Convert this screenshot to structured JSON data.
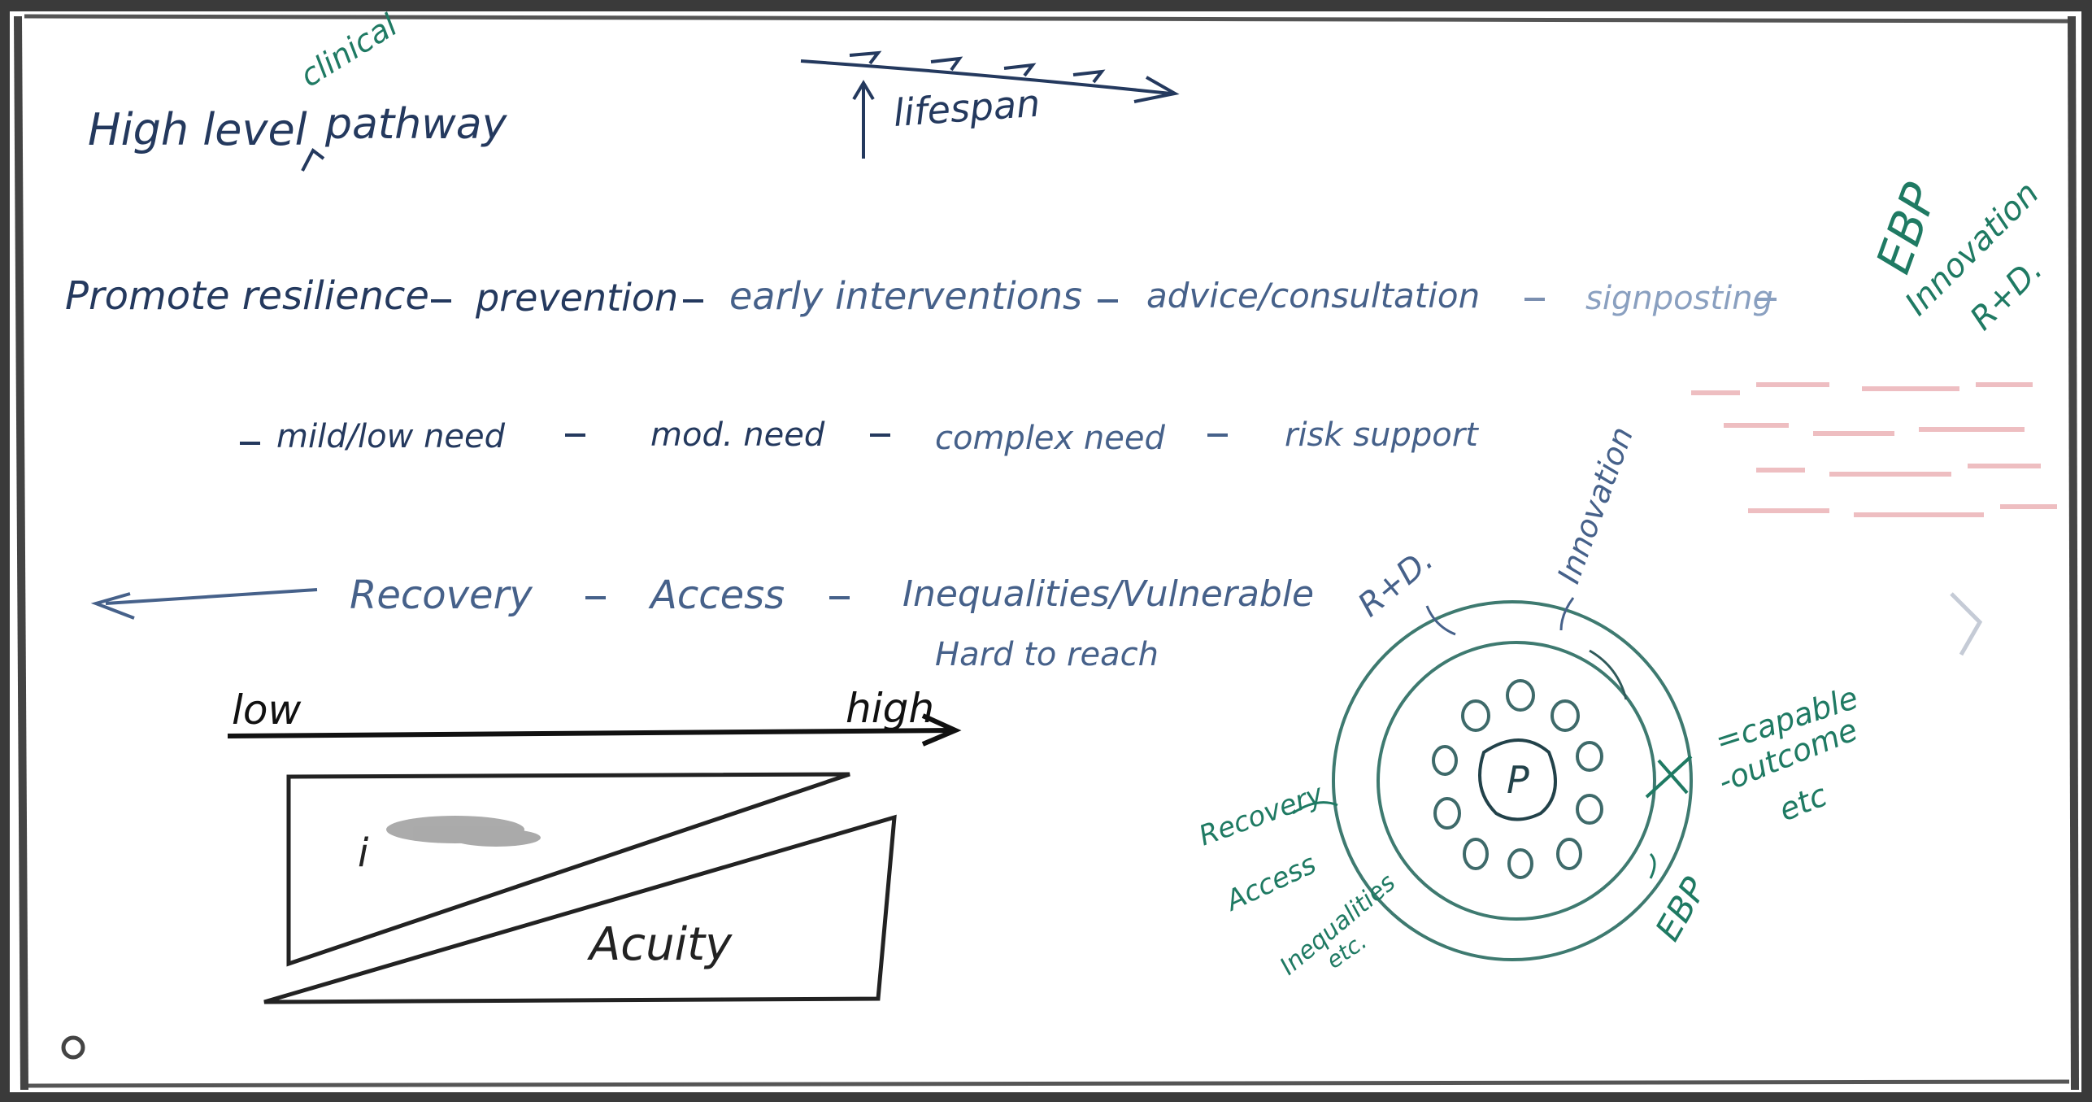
{
  "heading": {
    "text": "High level",
    "insert": "clinical",
    "tail": "pathway"
  },
  "lifespan": {
    "label": "lifespan"
  },
  "continuum_row": [
    "Promote resilience",
    "prevention",
    "early interventions",
    "advice/consultation",
    "signposting"
  ],
  "need_row": [
    "mild/low need",
    "mod. need",
    "complex need",
    "risk support"
  ],
  "access_row": {
    "recovery": "Recovery",
    "access": "Access",
    "inequalities": "Inequalities/Vulnerable",
    "hard_to_reach": "Hard to reach"
  },
  "acuity_chart": {
    "low": "low",
    "high": "high",
    "upper_label": "i",
    "lower_label": "Acuity"
  },
  "side_note": {
    "line1": "EBP",
    "line2": "Innovation",
    "line3": "R+D."
  },
  "circle_diagram": {
    "center": "P",
    "outer_top_left": "R+D.",
    "outer_top_right": "Innovation",
    "right_labels": [
      "=capable",
      "-outcome",
      "etc"
    ],
    "bottom_right": "EBP",
    "left_labels": [
      "Recovery",
      "Access",
      "Inequalities",
      "etc."
    ]
  },
  "colors": {
    "navy": "#24395e",
    "slate": "#46618a",
    "teal": "#1f7a63",
    "frame": "#3a3a3a",
    "pink": "#e7a3a8"
  }
}
